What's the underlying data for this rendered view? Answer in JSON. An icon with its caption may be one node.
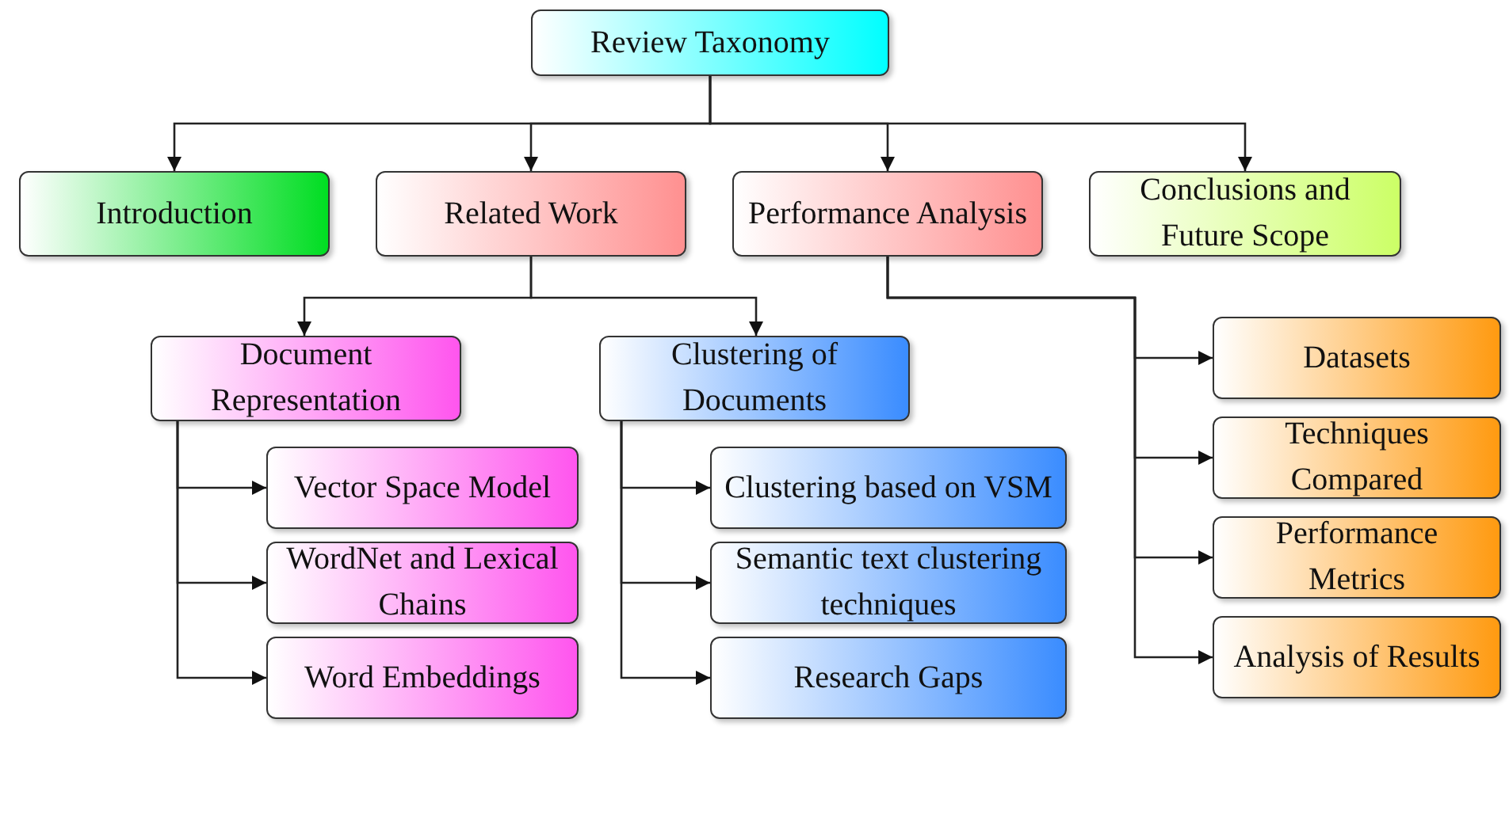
{
  "diagram": {
    "nodes": [
      {
        "text": [
          "Review Taxonomy"
        ]
      },
      {
        "text": [
          "Introduction"
        ]
      },
      {
        "text": [
          "Related Work"
        ]
      },
      {
        "text": [
          "Performance Analysis"
        ]
      },
      {
        "text": [
          "Conclusions and Future Scope"
        ]
      },
      {
        "text": [
          "Document Representation"
        ]
      },
      {
        "text": [
          "Vector Space Model"
        ]
      },
      {
        "text": [
          "WordNet and Lexical Chains"
        ]
      },
      {
        "text": [
          "Word Embeddings"
        ]
      },
      {
        "text": [
          "Clustering of Documents"
        ]
      },
      {
        "text": [
          "Clustering based on VSM"
        ]
      },
      {
        "text": [
          "Semantic text clustering techniques"
        ]
      },
      {
        "text": [
          "Research Gaps"
        ]
      },
      {
        "text": [
          "Datasets"
        ]
      },
      {
        "text": [
          "Techniques Compared"
        ]
      },
      {
        "text": [
          "Performance Metrics"
        ]
      },
      {
        "text": [
          "Analysis of Results"
        ]
      }
    ],
    "edges": [
      {
        "from": 0,
        "to": 1,
        "arrow": "to"
      },
      {
        "from": 0,
        "to": 2,
        "arrow": "to"
      },
      {
        "from": 0,
        "to": 3,
        "arrow": "to"
      },
      {
        "from": 0,
        "to": 4,
        "arrow": "to"
      },
      {
        "from": 2,
        "to": 5,
        "arrow": "to"
      },
      {
        "from": 2,
        "to": 9,
        "arrow": "to"
      },
      {
        "from": 5,
        "to": 6,
        "arrow": "to"
      },
      {
        "from": 5,
        "to": 7,
        "arrow": "to"
      },
      {
        "from": 5,
        "to": 8,
        "arrow": "to"
      },
      {
        "from": 9,
        "to": 10,
        "arrow": "to"
      },
      {
        "from": 9,
        "to": 11,
        "arrow": "to"
      },
      {
        "from": 9,
        "to": 12,
        "arrow": "to"
      },
      {
        "from": 3,
        "to": 13,
        "arrow": "to"
      },
      {
        "from": 3,
        "to": 14,
        "arrow": "to"
      },
      {
        "from": 3,
        "to": 15,
        "arrow": "to"
      },
      {
        "from": 3,
        "to": 16,
        "arrow": "to"
      }
    ]
  }
}
